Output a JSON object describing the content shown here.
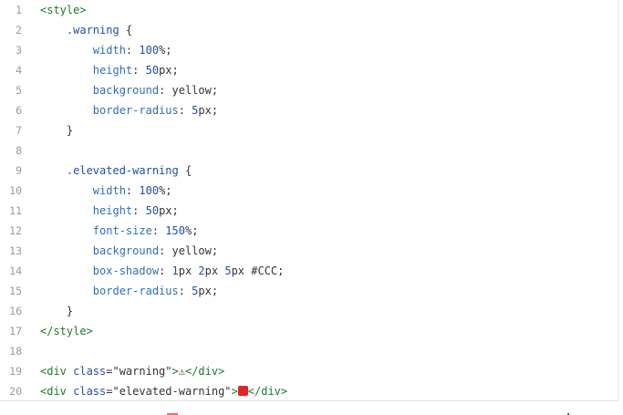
{
  "editor": {
    "lines": [
      {
        "n": "1",
        "parts": [
          [
            "tag",
            "<style>"
          ]
        ]
      },
      {
        "n": "2",
        "parts": [
          [
            "plain",
            "    "
          ],
          [
            "sel",
            ".warning"
          ],
          [
            "plain",
            " {"
          ]
        ]
      },
      {
        "n": "3",
        "parts": [
          [
            "plain",
            "        "
          ],
          [
            "prop",
            "width"
          ],
          [
            "plain",
            ": "
          ],
          [
            "num",
            "100"
          ],
          [
            "plain",
            "%;"
          ]
        ]
      },
      {
        "n": "4",
        "parts": [
          [
            "plain",
            "        "
          ],
          [
            "prop",
            "height"
          ],
          [
            "plain",
            ": "
          ],
          [
            "num",
            "50"
          ],
          [
            "plain",
            "px;"
          ]
        ]
      },
      {
        "n": "5",
        "parts": [
          [
            "plain",
            "        "
          ],
          [
            "prop",
            "background"
          ],
          [
            "plain",
            ": yellow;"
          ]
        ]
      },
      {
        "n": "6",
        "parts": [
          [
            "plain",
            "        "
          ],
          [
            "prop",
            "border-radius"
          ],
          [
            "plain",
            ": "
          ],
          [
            "num",
            "5"
          ],
          [
            "plain",
            "px;"
          ]
        ]
      },
      {
        "n": "7",
        "parts": [
          [
            "plain",
            "    }"
          ]
        ]
      },
      {
        "n": "8",
        "parts": []
      },
      {
        "n": "9",
        "parts": [
          [
            "plain",
            "    "
          ],
          [
            "sel",
            ".elevated-warning"
          ],
          [
            "plain",
            " {"
          ]
        ]
      },
      {
        "n": "10",
        "parts": [
          [
            "plain",
            "        "
          ],
          [
            "prop",
            "width"
          ],
          [
            "plain",
            ": "
          ],
          [
            "num",
            "100"
          ],
          [
            "plain",
            "%;"
          ]
        ]
      },
      {
        "n": "11",
        "parts": [
          [
            "plain",
            "        "
          ],
          [
            "prop",
            "height"
          ],
          [
            "plain",
            ": "
          ],
          [
            "num",
            "50"
          ],
          [
            "plain",
            "px;"
          ]
        ]
      },
      {
        "n": "12",
        "parts": [
          [
            "plain",
            "        "
          ],
          [
            "prop",
            "font-size"
          ],
          [
            "plain",
            ": "
          ],
          [
            "num",
            "150"
          ],
          [
            "plain",
            "%;"
          ]
        ]
      },
      {
        "n": "13",
        "parts": [
          [
            "plain",
            "        "
          ],
          [
            "prop",
            "background"
          ],
          [
            "plain",
            ": yellow;"
          ]
        ]
      },
      {
        "n": "14",
        "parts": [
          [
            "plain",
            "        "
          ],
          [
            "prop",
            "box-shadow"
          ],
          [
            "plain",
            ": "
          ],
          [
            "num",
            "1"
          ],
          [
            "plain",
            "px "
          ],
          [
            "num",
            "2"
          ],
          [
            "plain",
            "px "
          ],
          [
            "num",
            "5"
          ],
          [
            "plain",
            "px #CCC;"
          ]
        ]
      },
      {
        "n": "15",
        "parts": [
          [
            "plain",
            "        "
          ],
          [
            "prop",
            "border-radius"
          ],
          [
            "plain",
            ": "
          ],
          [
            "num",
            "5"
          ],
          [
            "plain",
            "px;"
          ]
        ]
      },
      {
        "n": "16",
        "parts": [
          [
            "plain",
            "    }"
          ]
        ]
      },
      {
        "n": "17",
        "parts": [
          [
            "tag",
            "</style>"
          ]
        ]
      },
      {
        "n": "18",
        "parts": []
      },
      {
        "n": "19",
        "parts": [
          [
            "tag",
            "<div "
          ],
          [
            "attr",
            "class"
          ],
          [
            "plain",
            "="
          ],
          [
            "str",
            "\"warning\""
          ],
          [
            "tag",
            ">"
          ],
          [
            "plain",
            "⚠"
          ],
          [
            "tag",
            "</div>"
          ]
        ]
      },
      {
        "n": "20",
        "parts": [
          [
            "tag",
            "<div "
          ],
          [
            "attr",
            "class"
          ],
          [
            "plain",
            "="
          ],
          [
            "str",
            "\"elevated-warning\""
          ],
          [
            "tag",
            ">"
          ],
          [
            "emoji",
            "alarm-icon"
          ],
          [
            "tag",
            "</div>"
          ]
        ]
      }
    ]
  },
  "colors": {
    "tag": "#1c7a2b",
    "attribute": "#1f4fa8",
    "property": "#2f6fb8",
    "number": "#1f4fa8",
    "text": "#333333",
    "line_number": "#9a9a9a"
  }
}
